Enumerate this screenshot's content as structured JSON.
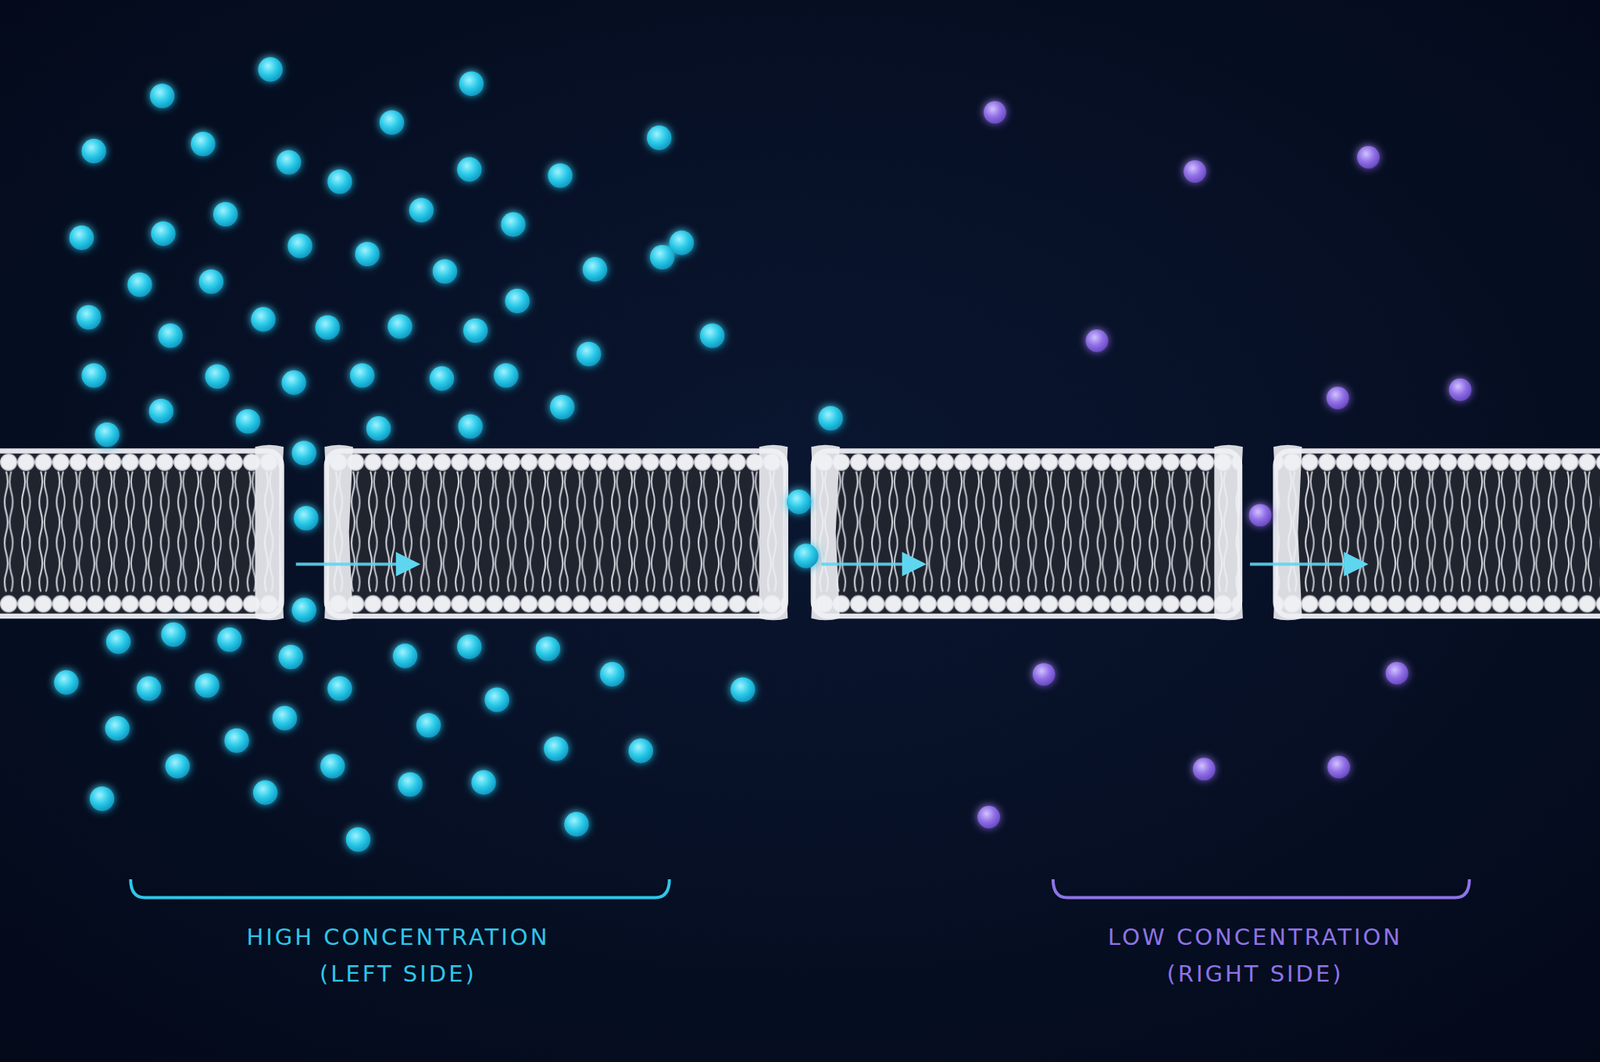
{
  "diagram": {
    "labels": [
      "HIGH CONCENTRATION",
      "(LEFT SIDE)",
      "LOW CONCENTRATION",
      "(RIGHT SIDE)"
    ]
  }
}
